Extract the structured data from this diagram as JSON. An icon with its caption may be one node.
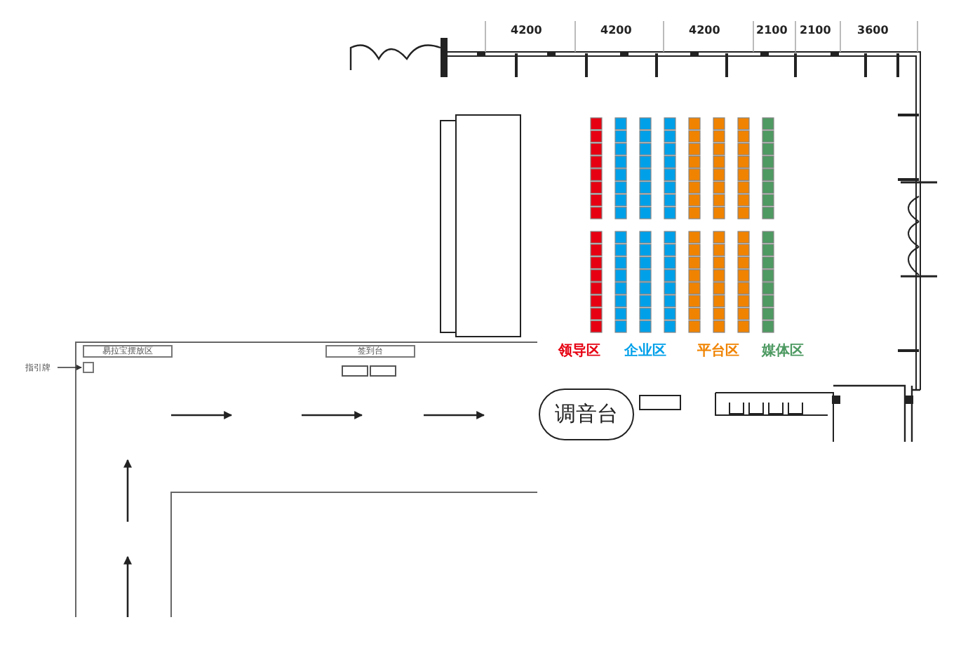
{
  "diagram": {
    "nodes": [
      {
        "text": [
          "易拉宝摆放区"
        ]
      },
      {
        "text": [
          "签到台"
        ]
      },
      {
        "text": [
          "指引牌"
        ]
      },
      {
        "text": [],
        "shape": "box"
      },
      {
        "text": [
          "调音台"
        ]
      }
    ],
    "edges": [
      {
        "from": 2,
        "to": 3,
        "arrow": "to"
      }
    ],
    "labels": [
      "4200",
      "4200",
      "4200",
      "2100",
      "2100",
      "3600",
      "领导区",
      "企业区",
      "平台区",
      "媒体区"
    ]
  }
}
